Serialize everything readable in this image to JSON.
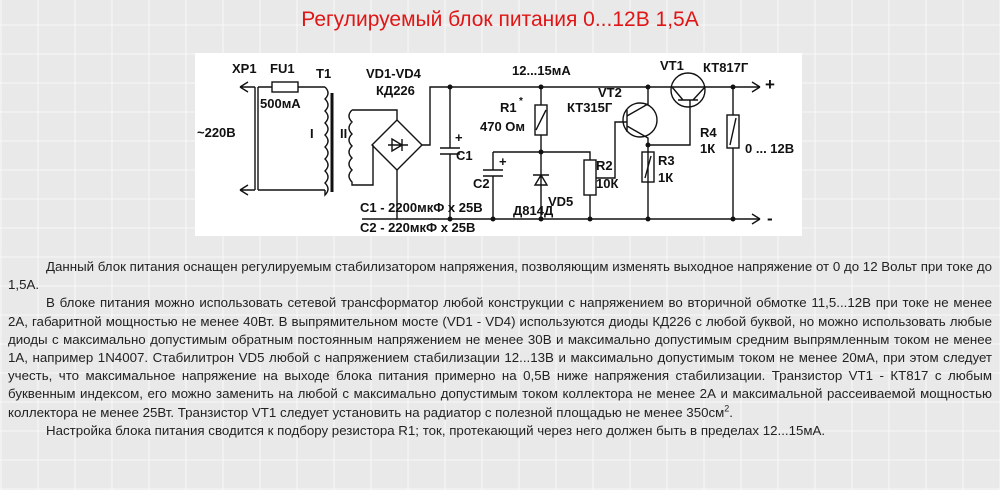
{
  "title": "Регулируемый блок питания 0...12В 1,5А",
  "schematic": {
    "xp1": "XP1",
    "fu1": "FU1",
    "fu1_value": "500мА",
    "t1": "T1",
    "bridge": "VD1-VD4",
    "bridge_type": "КД226",
    "current": "12...15мА",
    "vt1": "VT1",
    "vt1_type": "КТ817Г",
    "vt2": "VT2",
    "vt2_type": "КТ315Г",
    "r1": "R1",
    "r1_star": "*",
    "r1_value": "470 Ом",
    "mains": "~220В",
    "winding1": "I",
    "winding2": "II",
    "c1": "C1",
    "c2": "C2",
    "r2": "R2",
    "r2_value": "10К",
    "r3": "R3",
    "r3_value": "1К",
    "r4": "R4",
    "r4_value": "1К",
    "vd5": "VD5",
    "vd5_type": "Д814Д",
    "output": "0 ... 12В",
    "plus": "+",
    "minus": "-",
    "c1_spec": "C1 - 2200мкФ x 25В",
    "c2_spec": "C2 - 220мкФ x 25В"
  },
  "paragraphs": [
    "Данный блок питания оснащен регулируемым стабилизатором напряжения, позволяющим изменять выходное напряжение от 0 до 12 Вольт при токе до 1,5А.",
    "В блоке питания можно использовать сетевой трансформатор любой конструкции с напряжением во вторичной обмотке 11,5...12В при токе не менее 2А, габаритной мощностью не менее 40Вт. В выпрямительном мосте (VD1 - VD4) используются диоды КД226 с любой буквой, но можно использовать любые диоды с максимально допустимым обратным постоянным напряжением не менее 30В и максимально допустимым средним выпрямленным током не менее 1А, например 1N4007. Стабилитрон VD5 любой с напряжением стабилизации 12...13В и максимально допустимым током не менее 20мА, при этом следует учесть, что максимальное напряжение на выходе блока питания примерно на 0,5В ниже напряжения стабилизации. Транзистор VT1 - КТ817 с любым буквенным индексом, его можно заменить на любой с максимально допустимым током коллектора не менее 2А и максимальной рассеиваемой мощностью коллектора не менее 25Вт. Транзистор VT1 следует установить на радиатор с полезной площадью не менее 350см",
    "Настройка блока питания сводится к подбору резистора R1; ток, протекающий через него должен быть в пределах 12...15мА."
  ],
  "superscript": "2",
  "paragraph_end": "."
}
